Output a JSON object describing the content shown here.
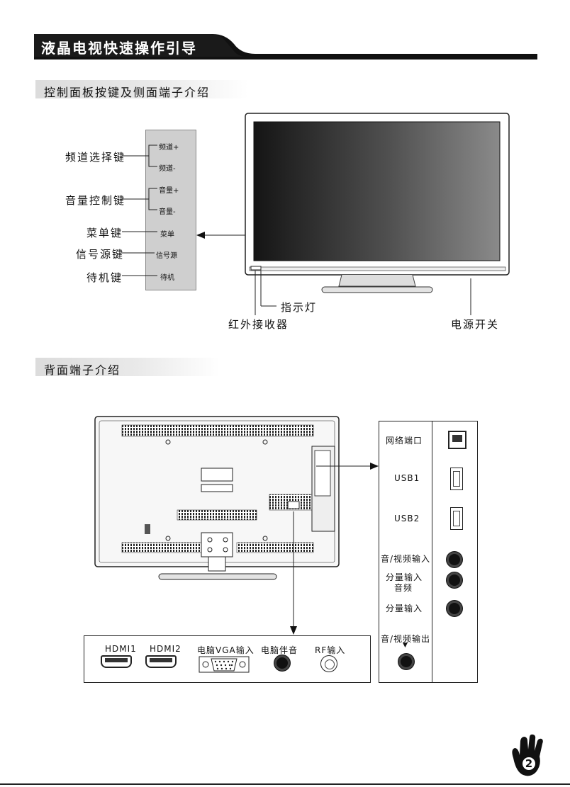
{
  "header": {
    "title": "液晶电视快速操作引导"
  },
  "section1": {
    "title": "控制面板按键及侧面端子介绍"
  },
  "section2": {
    "title": "背面端子介绍"
  },
  "control_panel": {
    "buttons": [
      "频道+",
      "频道-",
      "音量+",
      "音量-",
      "菜单",
      "信号源",
      "待机"
    ],
    "group_labels": {
      "channel": "频道选择键",
      "volume": "音量控制键",
      "menu": "菜单键",
      "source": "信号源键",
      "standby": "待机键"
    }
  },
  "tv_front": {
    "indicator": "指示灯",
    "ir_receiver": "红外接收器",
    "power_switch": "电源开关"
  },
  "side_ports": [
    "网络端口",
    "USB1",
    "USB2",
    "音/视频输入",
    "分量输入 音频",
    "分量输入",
    "音/视频输出"
  ],
  "side_ports_split": {
    "component_audio_1": "分量输入",
    "component_audio_2": "音频"
  },
  "bottom_ports": [
    "HDMI1",
    "HDMI2",
    "电脑VGA输入",
    "电脑伴音",
    "RF输入"
  ],
  "page_number": "2"
}
